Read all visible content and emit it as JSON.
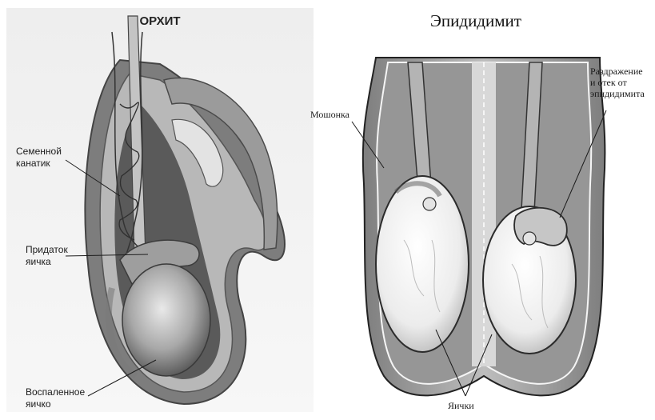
{
  "orchitis": {
    "title": "ОРХИТ",
    "labels": {
      "spermatic_cord": [
        "Семенной",
        "канатик"
      ],
      "epididymis": [
        "Придаток",
        "яичка"
      ],
      "inflamed_testis": [
        "Воспаленное",
        "яичко"
      ]
    }
  },
  "epididymitis": {
    "title": "Эпидидимит",
    "labels": {
      "scrotum": "Мошонка",
      "irritation": [
        "Раздражение",
        "и отек от",
        "эпидидимита"
      ],
      "testes": "Яички"
    }
  },
  "colors": {
    "background": "#ffffff",
    "tissue_dark": "#6e6e6e",
    "tissue_mid": "#9a9a9a",
    "tissue_light": "#d6d6d6",
    "testis": "#f2f2f2",
    "line": "#222222"
  }
}
